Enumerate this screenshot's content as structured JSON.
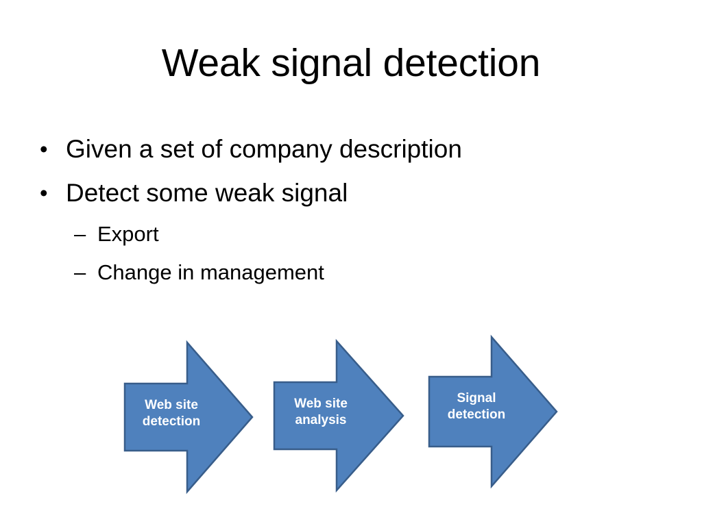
{
  "slide": {
    "title": "Weak signal detection",
    "background_color": "#ffffff",
    "text_color": "#000000"
  },
  "body": {
    "bullets": [
      {
        "level": 1,
        "marker": "•",
        "text": "Given a set of company description"
      },
      {
        "level": 1,
        "marker": "•",
        "text": "Detect some weak signal"
      },
      {
        "level": 2,
        "marker": "–",
        "text": "Export"
      },
      {
        "level": 2,
        "marker": "–",
        "text": "Change in management"
      }
    ]
  },
  "diagram": {
    "type": "process-flow",
    "fill_color": "#4F81BD",
    "border_color": "#385D8A",
    "label_color": "#FFFFFF",
    "steps": [
      {
        "label": "Web site\ndetection",
        "line1": "Web site",
        "line2": "detection"
      },
      {
        "label": "Web site\nanalysis",
        "line1": "Web site",
        "line2": "analysis"
      },
      {
        "label": "Signal\ndetection",
        "line1": "Signal",
        "line2": "detection"
      }
    ]
  }
}
